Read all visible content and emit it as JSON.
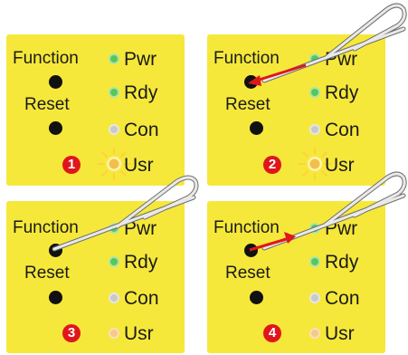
{
  "labels": {
    "function": "Function",
    "reset": "Reset",
    "pwr": "Pwr",
    "rdy": "Rdy",
    "con": "Con",
    "usr": "Usr"
  },
  "panels": [
    {
      "step": "1",
      "usr_led_state": "glowing"
    },
    {
      "step": "2",
      "usr_led_state": "glowing"
    },
    {
      "step": "3",
      "usr_led_state": "dim"
    },
    {
      "step": "4",
      "usr_led_state": "dim"
    }
  ],
  "colors": {
    "panel_bg": "#f6e83a",
    "badge": "#e0161c",
    "led_green": "#58c65a",
    "led_grey": "#c9c9c9",
    "led_orange": "#f6c98a",
    "arrow": "#e0161c"
  }
}
